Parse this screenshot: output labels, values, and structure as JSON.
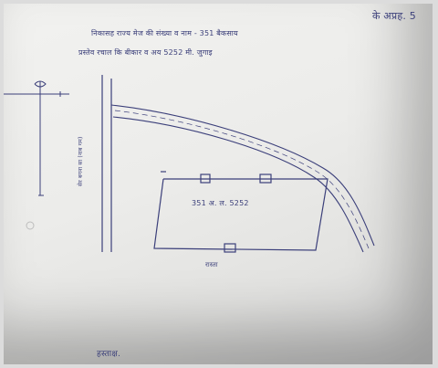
{
  "page": {
    "corner_note": "के अप्रह. 5",
    "header_line1": "निकासह राज्य मेज की संख्या व नाम - 351 बैकसाय",
    "header_line2": "प्रस्तेव रचाल कि बीकार व अय 5252 मी. जुगाइ",
    "left_road_label": "सेर बगना सा (नाब गम)",
    "plot_top_label": "351 अ. ल. 5252",
    "plot_bottom_label": "रास्ता",
    "signature": "हस्ताक्ष."
  },
  "colors": {
    "ink": "#3b3f7a",
    "paper": "#efefed",
    "shadow": "#cfcfcf"
  }
}
